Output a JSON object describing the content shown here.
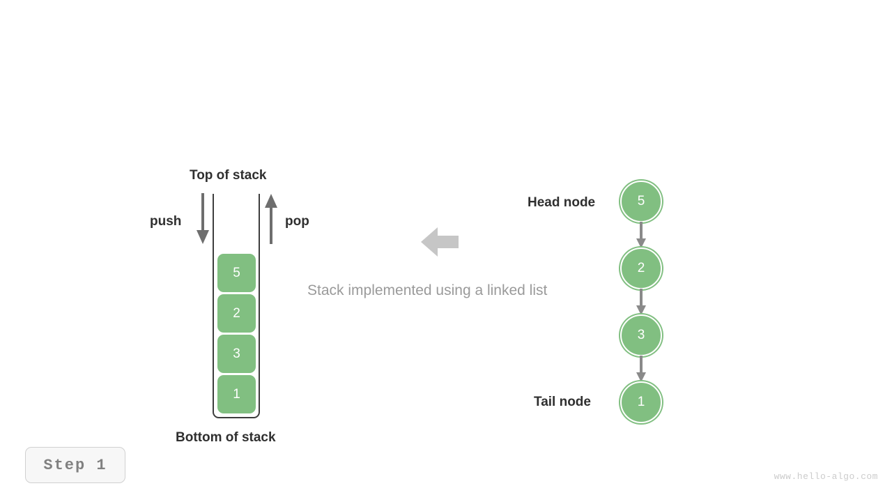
{
  "diagram": {
    "caption": "Stack implemented using a linked list",
    "step_label": "Step 1",
    "watermark": "www.hello-algo.com",
    "colors": {
      "node_green": "#81bf81",
      "arrow_gray": "#6e6e6e",
      "block_arrow_gray": "#c6c6c6",
      "text_dark": "#2f2f2f",
      "text_muted": "#9a9a9a",
      "badge_text": "#808080",
      "watermark": "#cccccc"
    }
  },
  "stack": {
    "top_label": "Top of stack",
    "bottom_label": "Bottom of stack",
    "push_label": "push",
    "pop_label": "pop",
    "push_icon": "arrow-down-icon",
    "pop_icon": "arrow-up-icon",
    "elements": [
      {
        "value": "5"
      },
      {
        "value": "2"
      },
      {
        "value": "3"
      },
      {
        "value": "1"
      }
    ]
  },
  "transform": {
    "icon": "arrow-left-block-icon"
  },
  "linked_list": {
    "head_label": "Head node",
    "tail_label": "Tail node",
    "nodes": [
      {
        "value": "5"
      },
      {
        "value": "2"
      },
      {
        "value": "3"
      },
      {
        "value": "1"
      }
    ],
    "link_icon": "arrow-down-icon"
  }
}
